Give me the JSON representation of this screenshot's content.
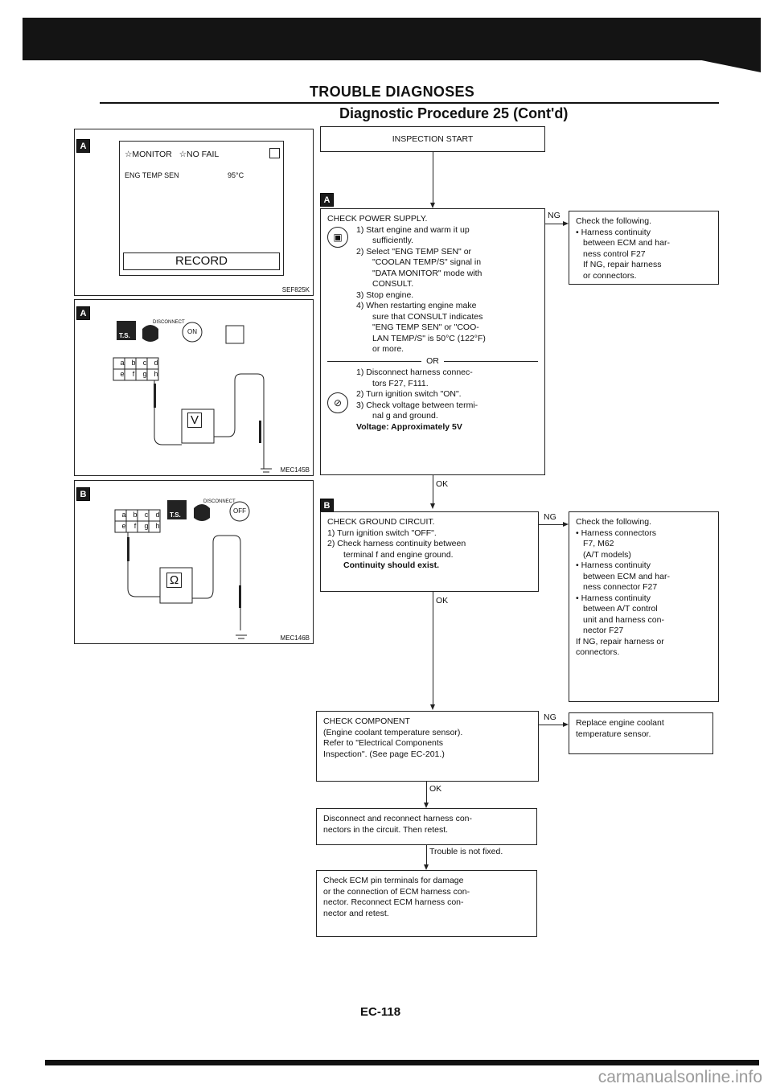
{
  "header": {
    "section_title": "TROUBLE DIAGNOSES",
    "procedure_title": "Diagnostic Procedure 25 (Cont'd)"
  },
  "figures": {
    "a_monitor": {
      "tag": "A",
      "monitor_label": "MONITOR",
      "no_fail_label": "NO FAIL",
      "item_name": "ENG TEMP SEN",
      "item_value": "95°C",
      "record_button": "RECORD",
      "fig_id": "SEF825K"
    },
    "a_voltage": {
      "tag": "A",
      "disconnect_label": "DISCONNECT",
      "ts_label": "T.S.",
      "on_label": "ON",
      "connector_top": [
        "a",
        "b",
        "c",
        "d"
      ],
      "connector_bottom": [
        "e",
        "f",
        "g",
        "h"
      ],
      "meter_label": "V",
      "fig_id": "MEC145B"
    },
    "b_continuity": {
      "tag": "B",
      "disconnect_label": "DISCONNECT",
      "ts_label": "T.S.",
      "off_label": "OFF",
      "connector_top": [
        "a",
        "b",
        "c",
        "d"
      ],
      "connector_bottom": [
        "e",
        "f",
        "g",
        "h"
      ],
      "meter_label": "Ω",
      "fig_id": "MEC146B"
    }
  },
  "flow": {
    "start": "INSPECTION START",
    "step1": {
      "tag": "A",
      "title": "CHECK POWER SUPPLY.",
      "lines": [
        "1) Start engine and warm it up",
        "sufficiently.",
        "2) Select \"ENG TEMP SEN\" or",
        "\"COOLAN TEMP/S\" signal in",
        "\"DATA MONITOR\" mode with",
        "CONSULT.",
        "3) Stop engine.",
        "4) When restarting engine make",
        "sure that CONSULT indicates",
        "\"ENG TEMP SEN\" or \"COO-",
        "LAN TEMP/S\" is 50°C (122°F)",
        "or more."
      ],
      "or_label": "OR",
      "alt_lines": [
        "1) Disconnect harness connec-",
        "tors F27, F111.",
        "2) Turn ignition switch \"ON\".",
        "3) Check voltage between termi-",
        "nal g and ground."
      ],
      "voltage_spec": "Voltage: Approximately 5V",
      "ng_label": "NG",
      "ok_label": "OK",
      "ng_action": [
        "Check the following.",
        "• Harness continuity",
        "between ECM and har-",
        "ness control F27",
        "If NG, repair harness",
        "or connectors."
      ]
    },
    "step2": {
      "tag": "B",
      "title": "CHECK GROUND CIRCUIT.",
      "lines": [
        "1) Turn ignition switch \"OFF\".",
        "2) Check harness continuity between",
        "terminal f and engine ground."
      ],
      "spec": "Continuity should exist.",
      "ng_label": "NG",
      "ok_label": "OK",
      "ng_action": [
        "Check the following.",
        "• Harness connectors",
        "F7, M62",
        "(A/T models)",
        "• Harness continuity",
        "between ECM and har-",
        "ness connector F27",
        "• Harness continuity",
        "between A/T control",
        "unit and harness con-",
        "nector F27",
        "If NG, repair harness or",
        "connectors."
      ]
    },
    "step3": {
      "lines": [
        "CHECK COMPONENT",
        "(Engine coolant temperature sensor).",
        "Refer to \"Electrical Components",
        "Inspection\". (See page EC-201.)"
      ],
      "ng_label": "NG",
      "ok_label": "OK",
      "ng_action": [
        "Replace engine coolant",
        "temperature sensor."
      ]
    },
    "step4": {
      "lines": [
        "Disconnect and reconnect harness con-",
        "nectors in the circuit. Then retest."
      ],
      "result_label": "Trouble is not fixed."
    },
    "step5": {
      "lines": [
        "Check ECM pin terminals for damage",
        "or the connection of ECM harness con-",
        "nector. Reconnect ECM harness con-",
        "nector and retest."
      ]
    }
  },
  "footer": {
    "page_number": "EC-118",
    "watermark": "carmanualsonline.info"
  }
}
